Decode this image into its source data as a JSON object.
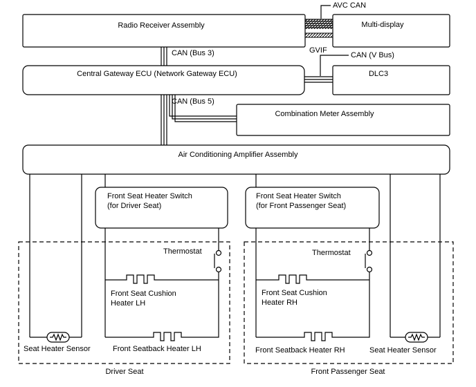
{
  "components": {
    "radio": "Radio Receiver Assembly",
    "multi_display": "Multi-display",
    "gateway": "Central Gateway ECU (Network Gateway ECU)",
    "dlc3": "DLC3",
    "meter": "Combination Meter Assembly",
    "ac_amp": "Air Conditioning Amplifier Assembly",
    "switch_driver_1": "Front Seat Heater Switch",
    "switch_driver_2": "(for Driver Seat)",
    "switch_pass_1": "Front Seat Heater Switch",
    "switch_pass_2": "(for Front Passenger Seat)"
  },
  "bus_labels": {
    "avc_can": "AVC CAN",
    "gvif": "GVIF",
    "can_bus3": "CAN (Bus 3)",
    "can_vbus": "CAN (V Bus)",
    "can_bus5": "CAN (Bus 5)"
  },
  "driver_side": {
    "thermostat": "Thermostat",
    "cushion_1": "Front Seat Cushion",
    "cushion_2": "Heater LH",
    "seatback": "Front Seatback Heater LH",
    "sensor": "Seat Heater Sensor",
    "group": "Driver Seat"
  },
  "passenger_side": {
    "thermostat": "Thermostat",
    "cushion_1": "Front Seat Cushion",
    "cushion_2": "Heater RH",
    "seatback": "Front Seatback Heater RH",
    "sensor": "Seat Heater Sensor",
    "group": "Front Passenger Seat"
  }
}
